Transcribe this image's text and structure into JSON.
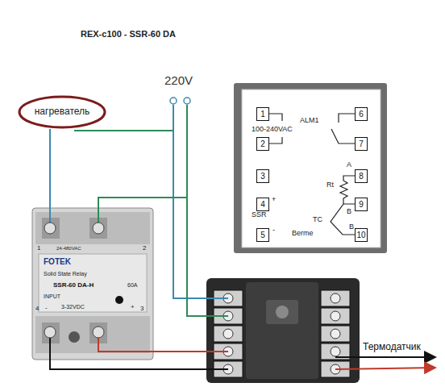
{
  "diagram": {
    "title": "REX-c100 - SSR-60 DA",
    "nodes": [
      {
        "text": [
          "нагреватель"
        ]
      },
      {
        "text": [
          "100-240VAC",
          "ALM1",
          "SSR",
          "+",
          "-",
          "A",
          "Rt",
          "B",
          "TC",
          "B",
          "Berme"
        ]
      },
      {
        "text": [
          "1"
        ],
        "in": 1
      },
      {
        "text": [
          "2"
        ],
        "in": 1
      },
      {
        "text": [
          "3"
        ],
        "in": 1
      },
      {
        "text": [
          "4"
        ],
        "in": 1
      },
      {
        "text": [
          "5"
        ],
        "in": 1
      },
      {
        "text": [
          "6"
        ],
        "in": 1
      },
      {
        "text": [
          "7"
        ],
        "in": 1
      },
      {
        "text": [
          "8"
        ],
        "in": 1
      },
      {
        "text": [
          "9"
        ],
        "in": 1
      },
      {
        "text": [
          "10"
        ],
        "in": 1
      }
    ],
    "labels": [
      "220V",
      "1",
      "2",
      "24-480VAC",
      "FOTEK",
      "Solid State Relay",
      "SSR-60 DA-H",
      "60A",
      "INPUT",
      "4",
      "-",
      "3-32VDC",
      "+",
      "3",
      "Термодатчик"
    ]
  }
}
